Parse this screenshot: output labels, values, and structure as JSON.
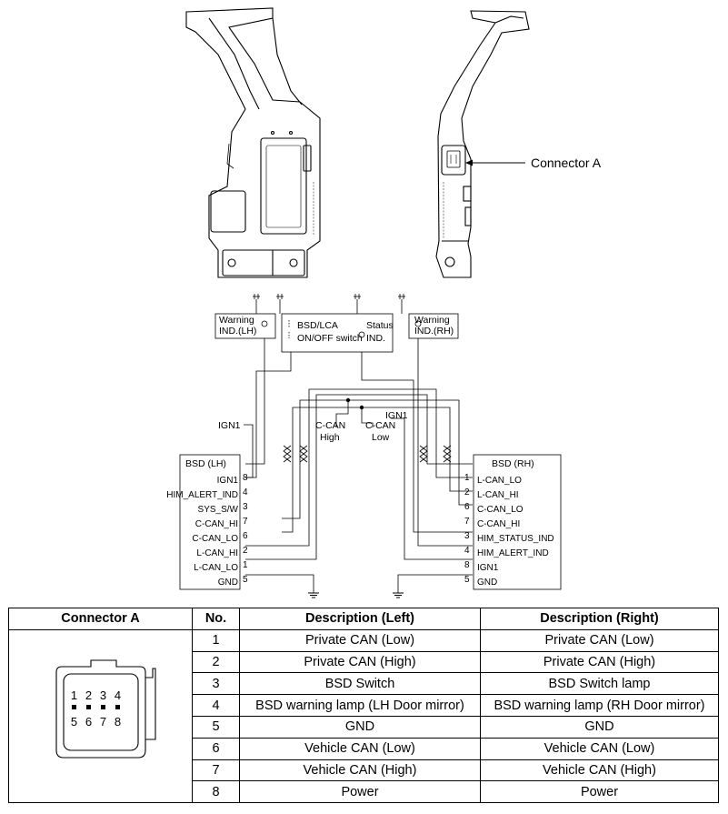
{
  "figure": {
    "connector_callout": "Connector A",
    "indicators": {
      "warning_lh": [
        "Warning",
        "IND.(LH)"
      ],
      "switch": [
        "BSD/LCA",
        "ON/OFF switch"
      ],
      "status": [
        "Status",
        "IND."
      ],
      "warning_rh": [
        "Warning",
        "IND.(RH)"
      ]
    },
    "ign1_left": "IGN1",
    "ign1_right": "IGN1",
    "ccan_high": [
      "C-CAN",
      "High"
    ],
    "ccan_low": [
      "C-CAN",
      "Low"
    ],
    "bsd_lh": {
      "title": "BSD (LH)",
      "pins": [
        {
          "name": "IGN1",
          "num": "8"
        },
        {
          "name": "HIM_ALERT_IND",
          "num": "4"
        },
        {
          "name": "SYS_S/W",
          "num": "3"
        },
        {
          "name": "C-CAN_HI",
          "num": "7"
        },
        {
          "name": "C-CAN_LO",
          "num": "6"
        },
        {
          "name": "L-CAN_HI",
          "num": "2"
        },
        {
          "name": "L-CAN_LO",
          "num": "1"
        },
        {
          "name": "GND",
          "num": "5"
        }
      ]
    },
    "bsd_rh": {
      "title": "BSD (RH)",
      "pins": [
        {
          "name": "L-CAN_LO",
          "num": "1"
        },
        {
          "name": "L-CAN_HI",
          "num": "2"
        },
        {
          "name": "C-CAN_LO",
          "num": "6"
        },
        {
          "name": "C-CAN_HI",
          "num": "7"
        },
        {
          "name": "HIM_STATUS_IND",
          "num": "3"
        },
        {
          "name": "HIM_ALERT_IND",
          "num": "4"
        },
        {
          "name": "IGN1",
          "num": "8"
        },
        {
          "name": "GND",
          "num": "5"
        }
      ]
    }
  },
  "table": {
    "headers": [
      "Connector A",
      "No.",
      "Description (Left)",
      "Description (Right)"
    ],
    "connector_pins_top": [
      "1",
      "2",
      "3",
      "4"
    ],
    "connector_pins_bottom": [
      "5",
      "6",
      "7",
      "8"
    ],
    "rows": [
      {
        "no": "1",
        "left": "Private CAN (Low)",
        "right": "Private CAN (Low)"
      },
      {
        "no": "2",
        "left": "Private CAN (High)",
        "right": "Private CAN (High)"
      },
      {
        "no": "3",
        "left": "BSD Switch",
        "right": "BSD Switch lamp"
      },
      {
        "no": "4",
        "left": "BSD warning lamp (LH Door mirror)",
        "right": "BSD warning lamp (RH Door mirror)"
      },
      {
        "no": "5",
        "left": "GND",
        "right": "GND"
      },
      {
        "no": "6",
        "left": "Vehicle CAN (Low)",
        "right": "Vehicle CAN (Low)"
      },
      {
        "no": "7",
        "left": "Vehicle CAN (High)",
        "right": "Vehicle CAN (High)"
      },
      {
        "no": "8",
        "left": "Power",
        "right": "Power"
      }
    ]
  }
}
